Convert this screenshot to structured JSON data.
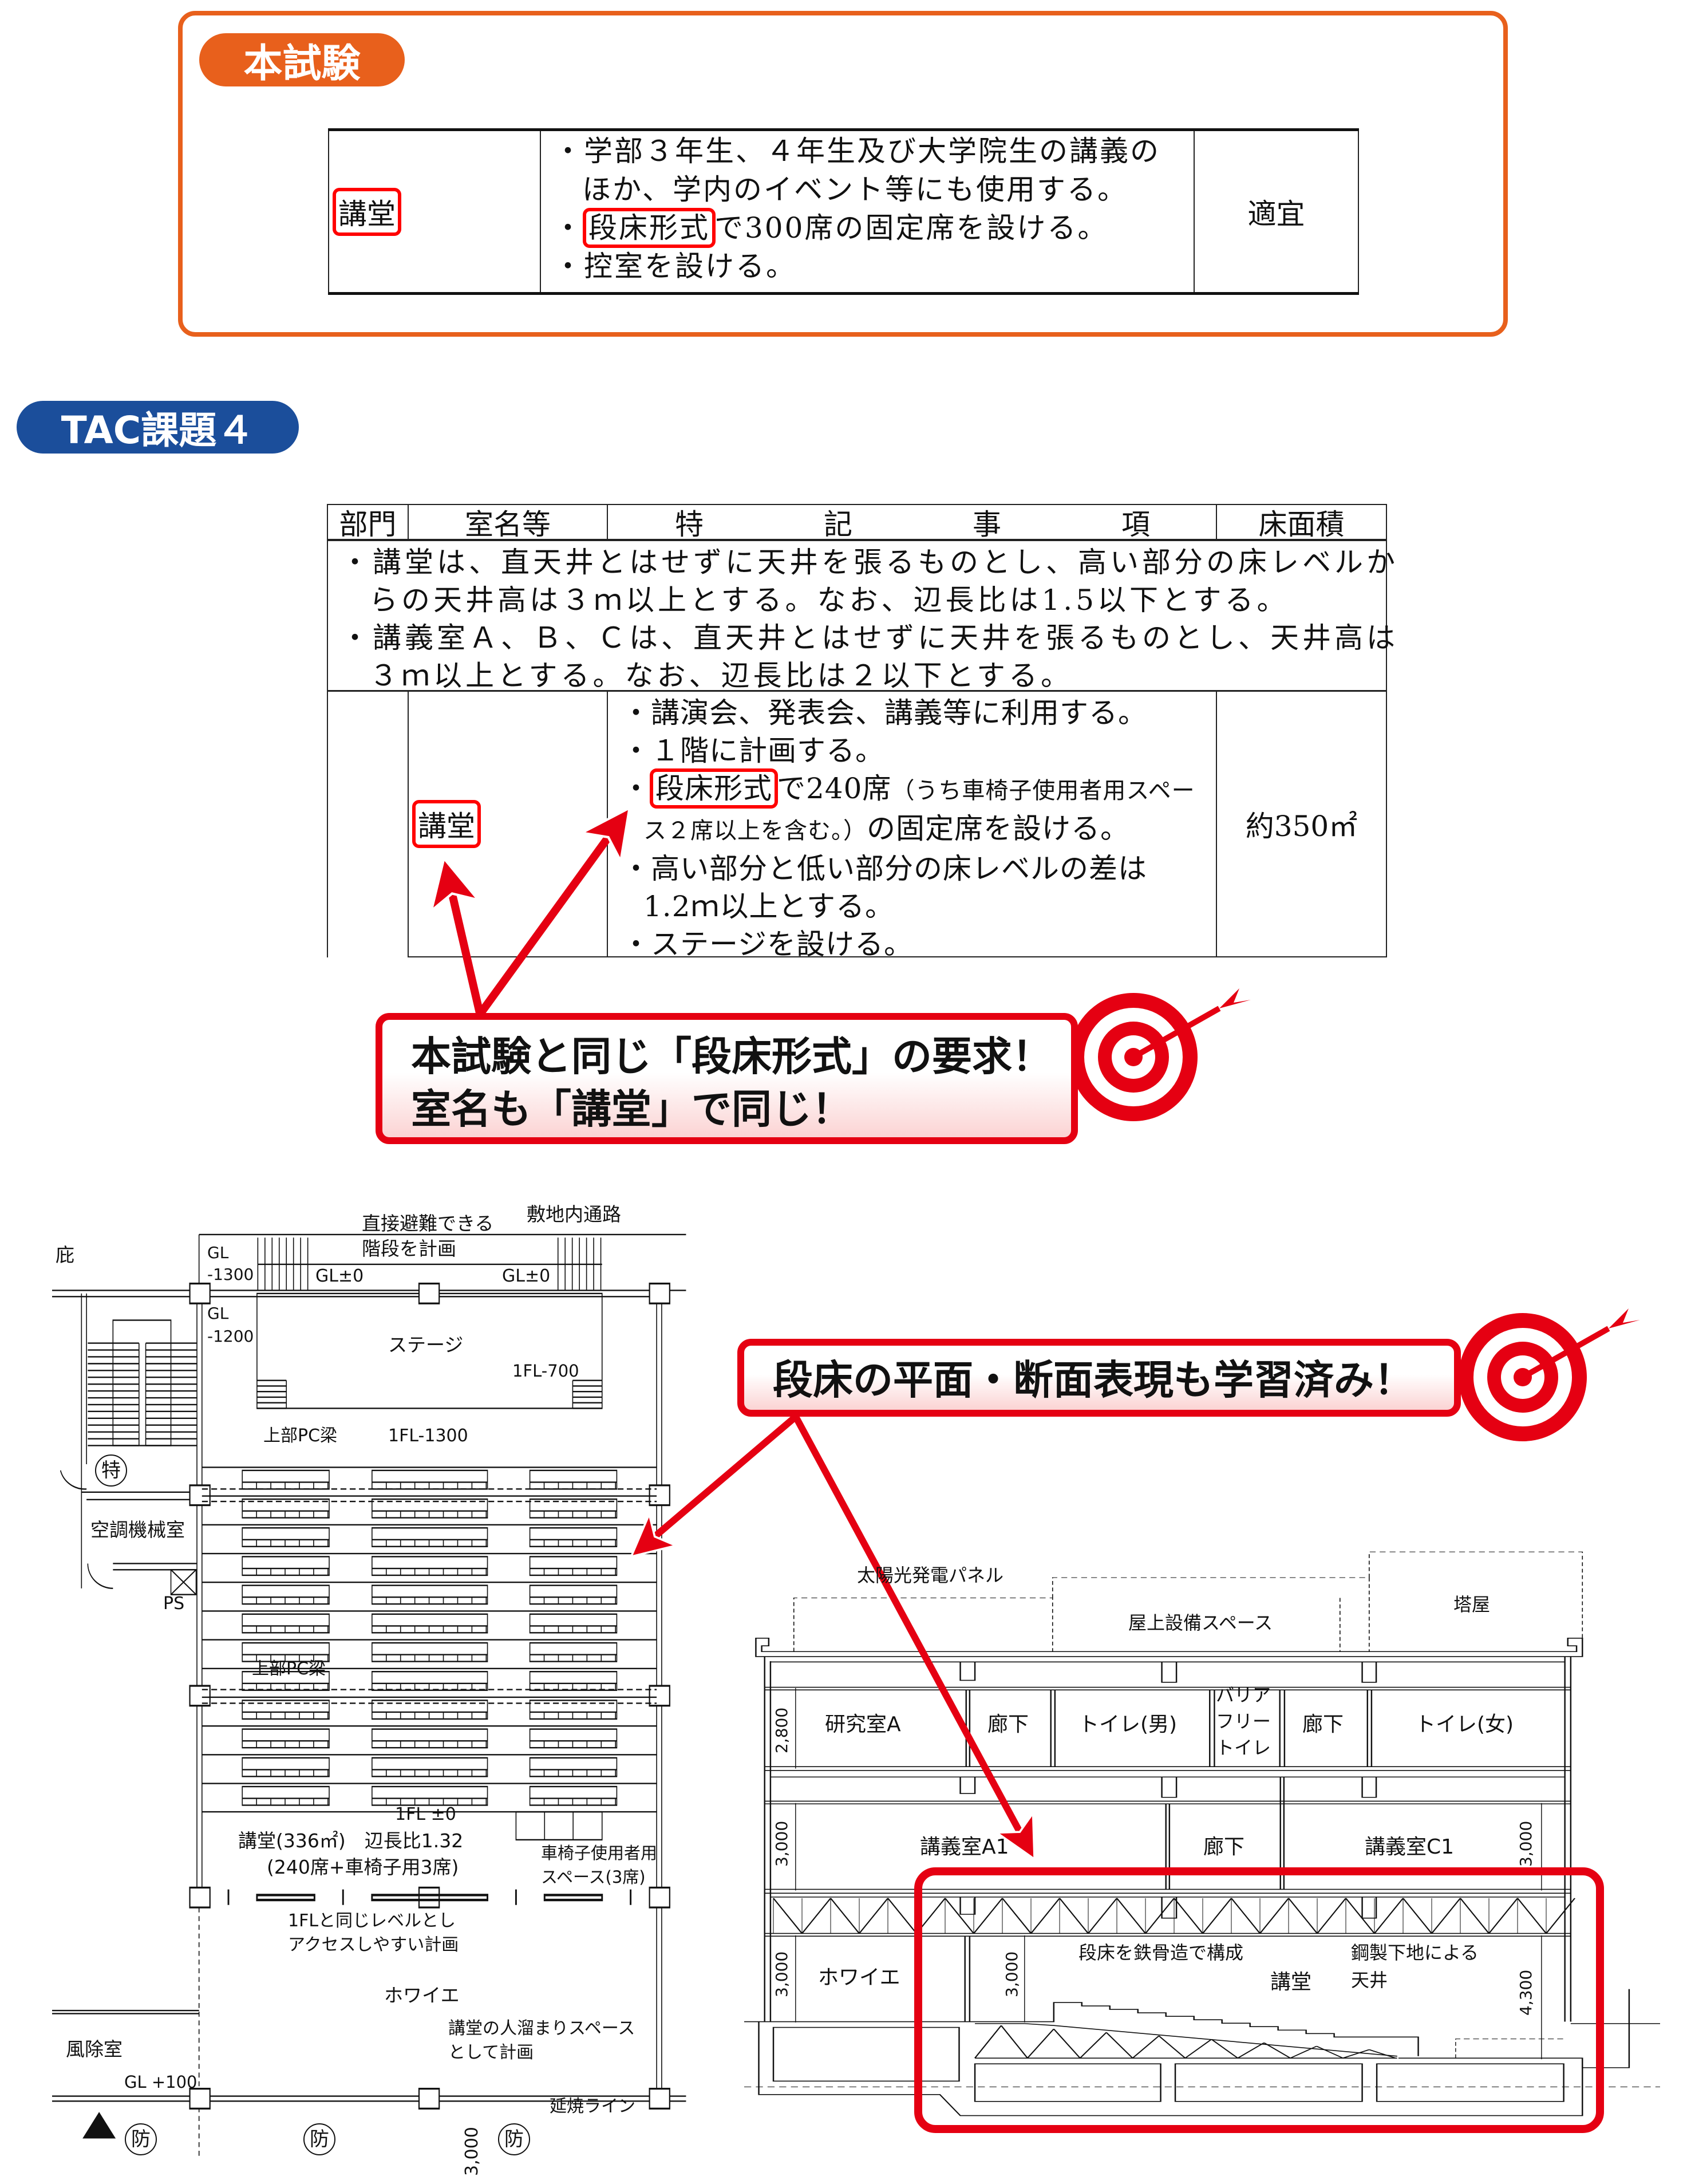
{
  "colors": {
    "orange": "#E8601C",
    "navy": "#1B4E9B",
    "red": "#E50012"
  },
  "exam": {
    "badge": "本試験",
    "room": "講堂",
    "lines": [
      "・学部３年生、４年生及び大学院生の講義の",
      "ほか、学内のイベント等にも使用する。"
    ],
    "line3_hl": "段床形式",
    "line3_rest": "で300席の固定席を設ける。",
    "line4": "・控室を設ける。",
    "area": "適宜"
  },
  "tac": {
    "badge": "TAC課題４",
    "headers": [
      "部門",
      "室名等",
      "特記事項",
      "床面積"
    ],
    "notes": [
      "・講堂は、直天井とはせずに天井を張るものとし、高い部分の床レベルか",
      "らの天井高は３ｍ以上とする。なお、辺長比は1.5以下とする。",
      "・講義室Ａ、Ｂ、Ｃは、直天井とはせずに天井を張るものとし、天井高は",
      "３ｍ以上とする。なお、辺長比は２以下とする。"
    ],
    "room": "講堂",
    "items": {
      "l1": "・講演会、発表会、講義等に利用する。",
      "l2": "・１階に計画する。",
      "l3_hl": "段床形式",
      "l3_a": "で240席",
      "l3_b": "（うち車椅子使用者用スペー",
      "l4_a": "ス２席以上を含む。）",
      "l4_b": "の固定席を設ける。",
      "l5": "・高い部分と低い部分の床レベルの差は",
      "l6": "1.2ｍ以上とする。",
      "l7": "・ステージを設ける。"
    },
    "area": "約350㎡"
  },
  "callout1": {
    "line1": "本試験と同じ「段床形式」の要求！",
    "line2": "室名も「講堂」で同じ！"
  },
  "callout2": {
    "text": "段床の平面・断面表現も学習済み！"
  },
  "plan": {
    "evac1": "直接避難できる",
    "evac2": "階段を計画",
    "site_path": "敷地内通路",
    "eaves": "庇",
    "gl_m1300": "GL\n-1300",
    "gl_m1300_a": "GL",
    "gl_m1300_b": "-1300",
    "gl0_a": "GL±0",
    "gl0_b": "GL±0",
    "gl_m1200_a": "GL",
    "gl_m1200_b": "-1200",
    "stage": "ステージ",
    "stage_fl": "1FL-700",
    "beam1": "上部PC梁",
    "seat_fl": "1FL-1300",
    "special": "特",
    "ahu": "空調機械室",
    "ps": "PS",
    "beam2": "上部PC梁",
    "fl0": "1FL ±0",
    "hall": "講堂(336㎡)　辺長比1.32",
    "hall_seats": "(240席+車椅子用3席)",
    "wc1": "車椅子使用者用",
    "wc2": "スペース(3席)",
    "level1": "1FLと同じレベルとし",
    "level2": "アクセスしやすい計画",
    "foyer": "ホワイエ",
    "foyer_n1": "講堂の人溜まりスペース",
    "foyer_n2": "として計画",
    "windbreak": "風除室",
    "gl100": "GL +100",
    "fire": "防",
    "spread": "延焼ライン",
    "dim": "3,000"
  },
  "section": {
    "solar": "太陽光発電パネル",
    "roof_eq": "屋上設備スペース",
    "penthouse": "塔屋",
    "lab": "研究室A",
    "corr": "廊下",
    "wc_m": "トイレ(男)",
    "bf1": "バリア",
    "bf2": "フリー",
    "bf3": "トイレ",
    "wc_f": "トイレ(女)",
    "lecA": "講義室A1",
    "lecC": "講義室C1",
    "foyer": "ホワイエ",
    "steel": "段床を鉄骨造で構成",
    "hall": "講堂",
    "ceil1": "鋼製下地による",
    "ceil2": "天井",
    "d2800": "2,800",
    "d3000": "3,000",
    "d4300": "4,300"
  }
}
